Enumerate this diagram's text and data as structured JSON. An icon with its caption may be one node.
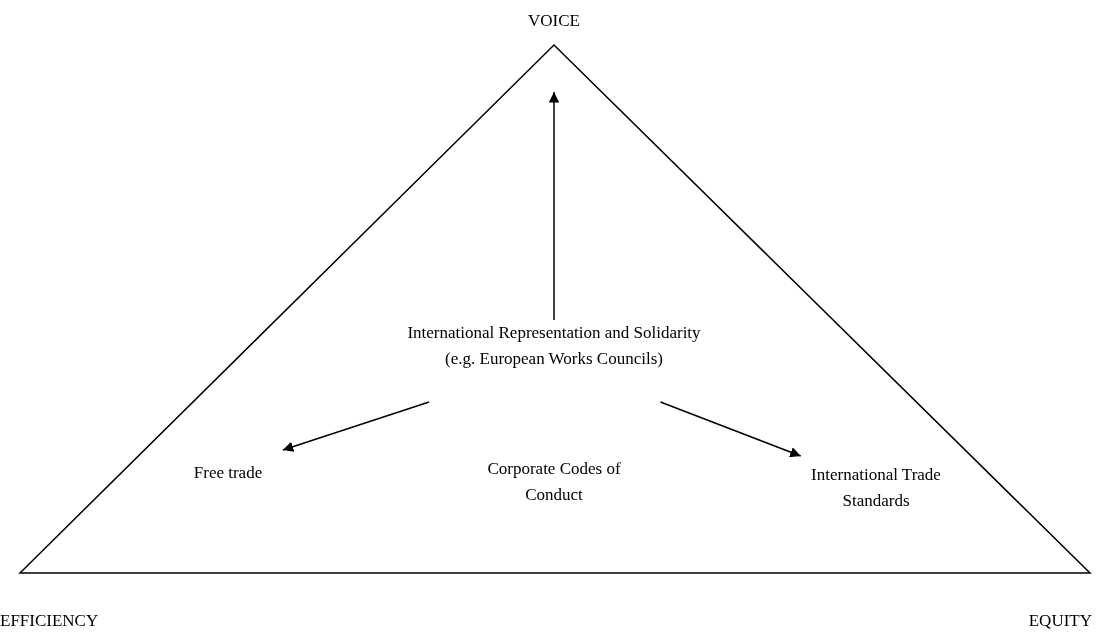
{
  "diagram": {
    "nodes": [
      {
        "text": [
          "VOICE"
        ]
      },
      {
        "text": [
          "International Representation and Solidarity (e.g. European Works Councils)"
        ]
      },
      {
        "text": [
          "Free trade"
        ]
      },
      {
        "text": [
          "Corporate Codes of Conduct"
        ]
      },
      {
        "text": [
          "International Trade Standards"
        ]
      },
      {
        "text": [
          "EFFICIENCY"
        ]
      },
      {
        "text": [
          "EQUITY"
        ]
      }
    ],
    "edges": [
      {
        "from": 1,
        "to": null,
        "arrow": "to"
      },
      {
        "from": 1,
        "to": 2,
        "arrow": "to"
      },
      {
        "from": 1,
        "to": 4,
        "arrow": "to"
      }
    ]
  }
}
